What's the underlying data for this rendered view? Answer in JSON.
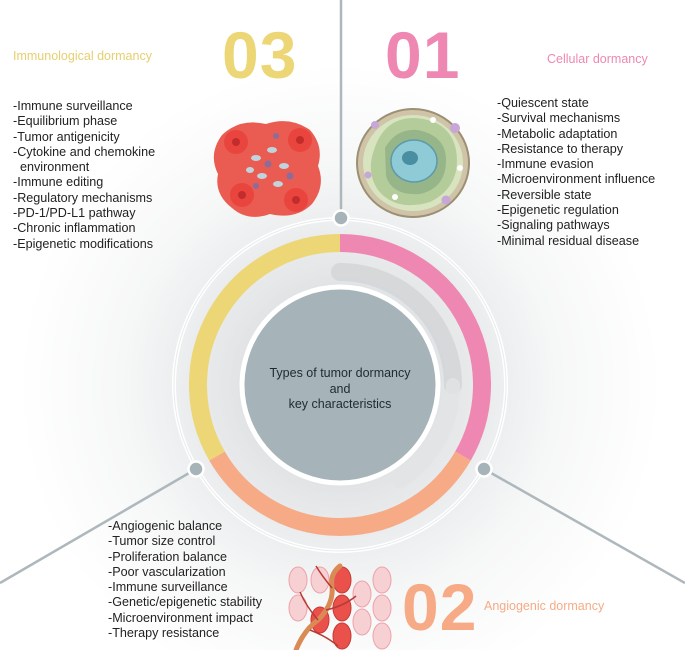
{
  "center": {
    "line1": "Types of tumor dormancy",
    "line2": "and",
    "line3": "key characteristics"
  },
  "sections": {
    "cellular": {
      "number": "01",
      "title": "Cellular dormancy",
      "color": "#ee88b2",
      "items": [
        "-Quiescent state",
        "-Survival mechanisms",
        "-Metabolic adaptation",
        "-Resistance to therapy",
        "-Immune evasion",
        "-Microenvironment influence",
        "-Reversible state",
        "-Epigenetic regulation",
        "-Signaling pathways",
        "-Minimal residual disease"
      ]
    },
    "angiogenic": {
      "number": "02",
      "title": "Angiogenic dormancy",
      "color": "#f6ab86",
      "items": [
        "-Angiogenic balance",
        "-Tumor size control",
        "-Proliferation balance",
        "-Poor vascularization",
        "-Immune surveillance",
        "-Genetic/epigenetic stability",
        "-Microenvironment impact",
        "-Therapy resistance"
      ]
    },
    "immunological": {
      "number": "03",
      "title": "Immunological dormancy",
      "color": "#ecd676",
      "items": [
        "-Immune surveillance",
        "-Equilibrium phase",
        "-Tumor antigenicity",
        "-Cytokine and chemokine",
        "  environment",
        "-Immune editing",
        "-Regulatory mechanisms",
        "-PD-1/PD-L1 pathway",
        "-Chronic inflammation",
        "-Epigenetic modifications"
      ]
    }
  },
  "icons": {
    "cellular": "cell-icon",
    "angiogenic": "blood-vessel-cells-icon",
    "immunological": "tumor-cluster-icon"
  }
}
